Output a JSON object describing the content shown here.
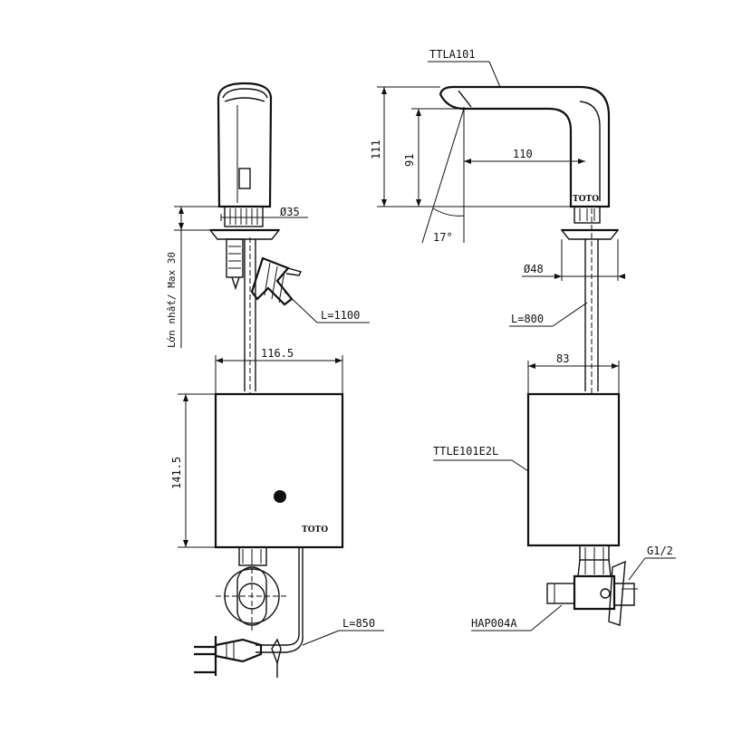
{
  "diagram": {
    "labels": {
      "spout_model": "TTLA101",
      "controller_model": "TTLE101E2L",
      "valve_model": "HAP004A",
      "thread": "G1/2",
      "brand_logo": "TOTO",
      "vertical_text": "Lớn nhất/ Max 30"
    },
    "dimensions": {
      "height_total": "111",
      "height_outlet": "91",
      "reach": "110",
      "angle": "17°",
      "base_dia_front": "Ø35",
      "base_dia_side": "Ø48",
      "hose_front": "L=1100",
      "hose_side": "L=800",
      "box_width_front": "116.5",
      "box_width_side": "83",
      "box_height": "141.5",
      "power_cord": "L=850"
    }
  }
}
